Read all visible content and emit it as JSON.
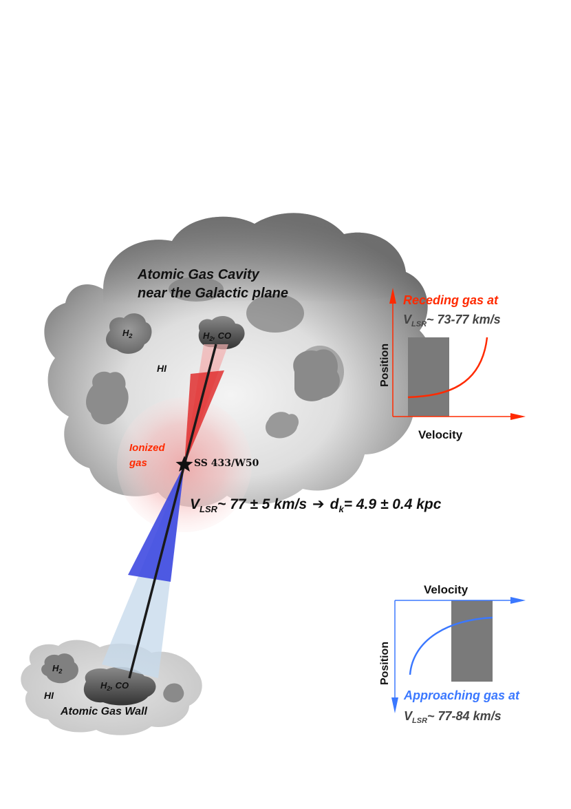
{
  "cavity": {
    "title_line1": "Atomic Gas Cavity",
    "title_line2": "near the Galactic plane",
    "label_h2": "H",
    "label_h2_sub": "2",
    "label_hi": "HI",
    "label_h2co": "H",
    "label_h2co_sub": "2",
    "label_h2co_rest": ", CO"
  },
  "ionized": {
    "line1": "Ionized",
    "line2": "gas"
  },
  "source": {
    "name": "SS 433/W50",
    "icon": "star-icon"
  },
  "relation": {
    "v": "V",
    "v_sub": "LSR",
    "v_value": "~ 77 ± 5 km/s",
    "arrow": "➔",
    "d": "d",
    "d_sub": "k",
    "d_value": "= 4.9 ± 0.4 kpc"
  },
  "wall": {
    "label": "Atomic Gas Wall",
    "label_h2": "H",
    "label_h2_sub": "2",
    "label_hi": "HI",
    "label_h2co": "H",
    "label_h2co_sub": "2",
    "label_h2co_rest": ", CO"
  },
  "receding_panel": {
    "title": "Receding gas at",
    "v": "V",
    "v_sub": "LSR",
    "range": "~ 73-77 km/s",
    "ylabel": "Position",
    "xlabel": "Velocity",
    "color": "#ff2a00"
  },
  "approaching_panel": {
    "title": "Approaching gas at",
    "v": "V",
    "v_sub": "LSR",
    "range": "~ 77-84 km/s",
    "ylabel": "Position",
    "xlabel": "Velocity",
    "color": "#3b78ff"
  },
  "colors": {
    "jet_receding": "#e03030",
    "jet_approaching": "#3a46e0",
    "cloud_gray": "#7a7a7a",
    "text_dark": "#333333"
  }
}
